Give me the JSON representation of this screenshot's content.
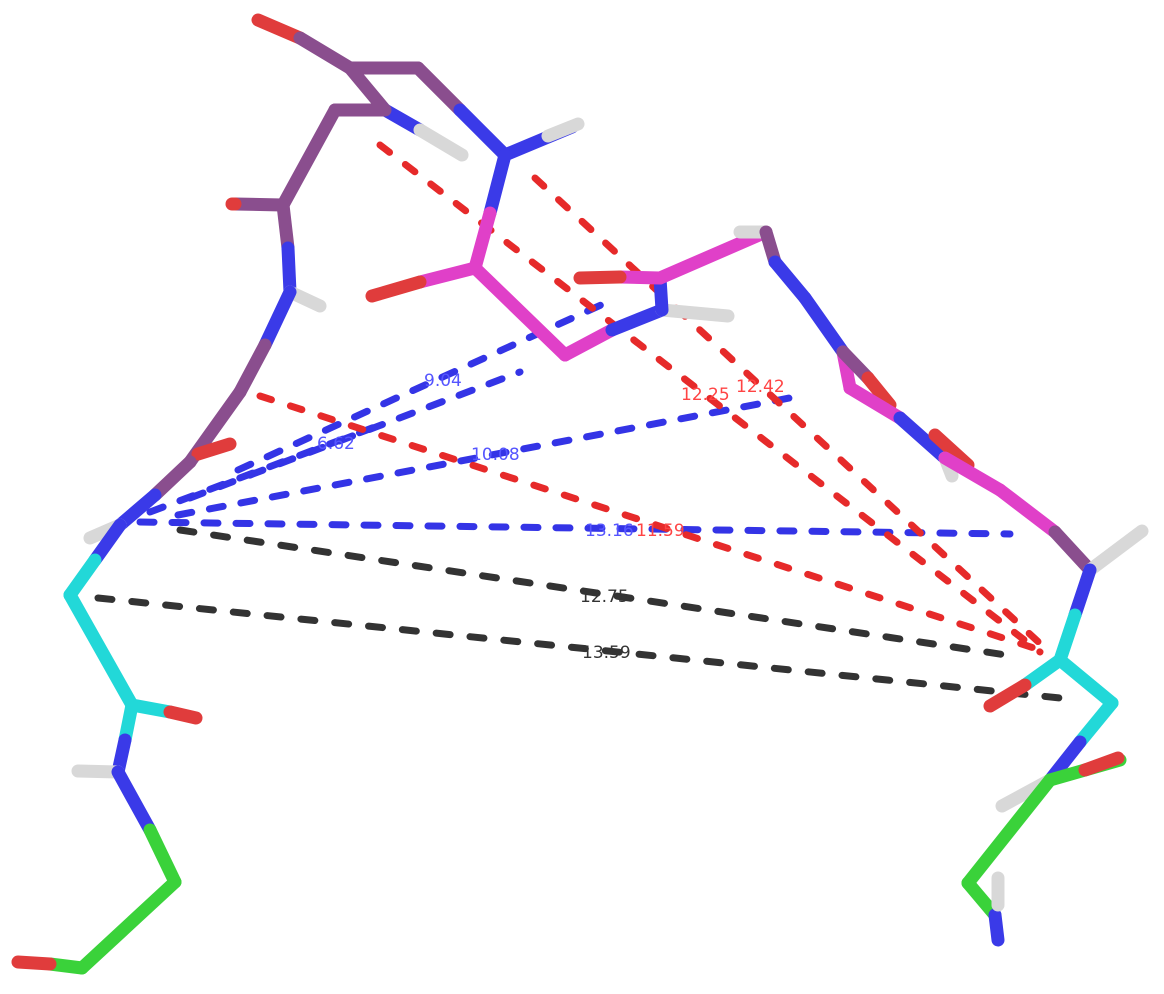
{
  "colors": {
    "background": "#ffffff",
    "carbon_purple": "#8a4e8e",
    "carbon_magenta": "#e040c8",
    "carbon_cyan": "#22d8d8",
    "carbon_green": "#3ad23a",
    "nitrogen": "#3a3ae8",
    "oxygen": "#e03c3c",
    "hydrogen": "#d8d8d8",
    "dash_blue": "#3434e6",
    "dash_red": "#e62a2a",
    "dash_black": "#333333",
    "label_blue": "#5555ff",
    "label_red": "#ff4444",
    "label_black": "#333333"
  },
  "distances": [
    {
      "label": "9.04",
      "color": "blue"
    },
    {
      "label": "6.62",
      "color": "blue"
    },
    {
      "label": "10.08",
      "color": "blue"
    },
    {
      "label": "13.16",
      "color": "blue"
    },
    {
      "label": "12.25",
      "color": "red"
    },
    {
      "label": "12.42",
      "color": "red"
    },
    {
      "label": "11.59",
      "color": "red"
    },
    {
      "label": "12.75",
      "color": "black"
    },
    {
      "label": "13.59",
      "color": "black"
    }
  ]
}
